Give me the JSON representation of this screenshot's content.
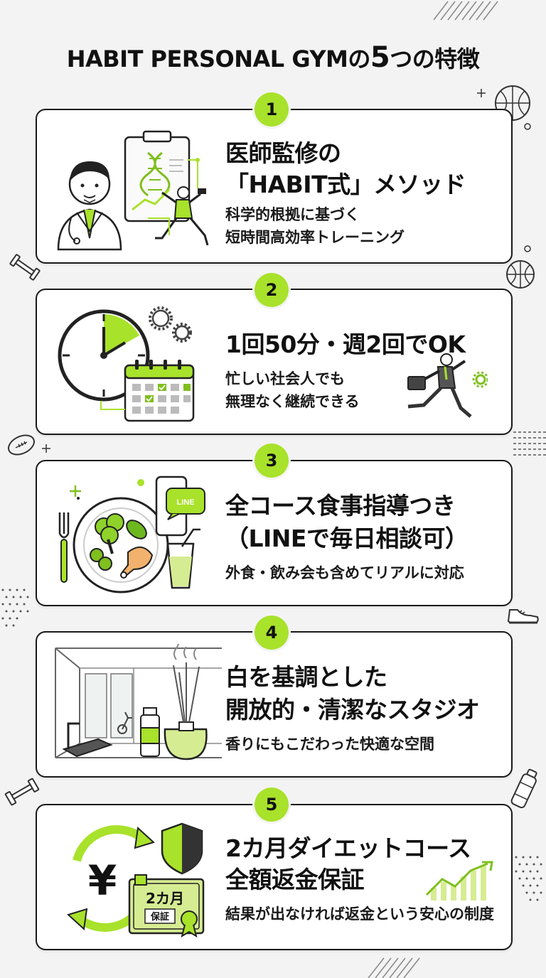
{
  "header": {
    "title_prefix": "HABIT PERSONAL GYMの",
    "title_number": "5",
    "title_suffix": "つの特徴"
  },
  "features": [
    {
      "number": "1",
      "title_line1": "医師監修の",
      "title_line2": "「HABIT式」メソッド",
      "desc_line1": "科学的根拠に基づく",
      "desc_line2": "短時間高効率トレーニング"
    },
    {
      "number": "2",
      "title_line1": "1回50分・週2回でOK",
      "desc_line1": "忙しい社会人でも",
      "desc_line2": "無理なく継続できる"
    },
    {
      "number": "3",
      "title_line1": "全コース食事指導つき",
      "title_line2": "（LINEで毎日相談可）",
      "desc_line1": "外食・飲み会も含めてリアルに対応",
      "chat_label": "LINE"
    },
    {
      "number": "4",
      "title_line1": "白を基調とした",
      "title_line2": "開放的・清潔なスタジオ",
      "desc_line1": "香りにもこだわった快適な空間"
    },
    {
      "number": "5",
      "title_line1": "2カ月ダイエットコース",
      "title_line2": "全額返金保証",
      "desc_line1": "結果が出なければ返金という安心の制度",
      "currency_symbol": "¥",
      "cert_title": "2カ月",
      "cert_label": "保証"
    }
  ],
  "colors": {
    "accent": "#a8e22a",
    "ink": "#1a1a1a",
    "background": "#f3f3f3"
  }
}
